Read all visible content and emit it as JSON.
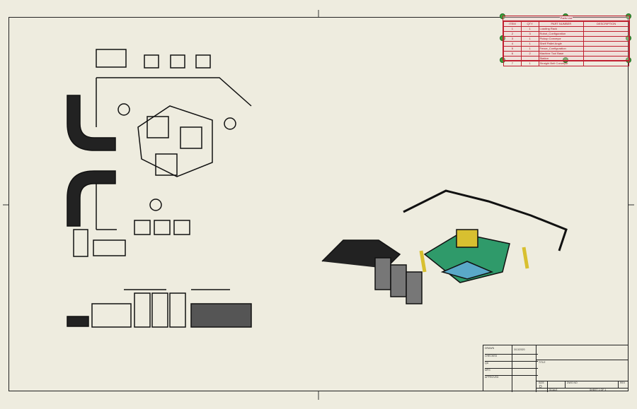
{
  "parts_list": {
    "title": "Parts List",
    "headers": [
      "ITEM",
      "QTY",
      "PART NUMBER",
      "DESCRIPTION"
    ],
    "rows": [
      {
        "item": "1",
        "qty": "1",
        "part": "Loading Rack",
        "desc": ""
      },
      {
        "item": "2",
        "qty": "3",
        "part": "Robot_Configuration",
        "desc": ""
      },
      {
        "item": "3",
        "qty": "1",
        "part": "Pickup Conveyor",
        "desc": ""
      },
      {
        "item": "4",
        "qty": "1",
        "part": "Shelf Pallet Angle",
        "desc": ""
      },
      {
        "item": "5",
        "qty": "1",
        "part": "Fence_Configuration",
        "desc": ""
      },
      {
        "item": "6",
        "qty": "2",
        "part": "Machine Tool Base",
        "desc": ""
      },
      {
        "item": "",
        "qty": "",
        "part": "Station",
        "desc": ""
      },
      {
        "item": "7",
        "qty": "1",
        "part": "Straight Belt Conveyor",
        "desc": ""
      }
    ]
  },
  "title_block": {
    "drawn": "DRAWN",
    "drawn_date": "3/13/2020",
    "checked": "CHECKED",
    "qa": "QA",
    "mfg": "MFG",
    "approved": "APPROVED",
    "title": "TITLE",
    "size_label": "SIZE",
    "size": "D",
    "dwg_no": "DWG NO",
    "rev": "REV",
    "scale": "SCALE",
    "sheet": "SHEET 1 OF 1"
  },
  "colors": {
    "paper": "#eeecdf",
    "line": "#111111",
    "selection": "#c02030",
    "grip": "#3ca03c",
    "robot_green": "#2f9a6a",
    "robot_yellow": "#d8c030",
    "floor_blue": "#5aa8c8"
  }
}
